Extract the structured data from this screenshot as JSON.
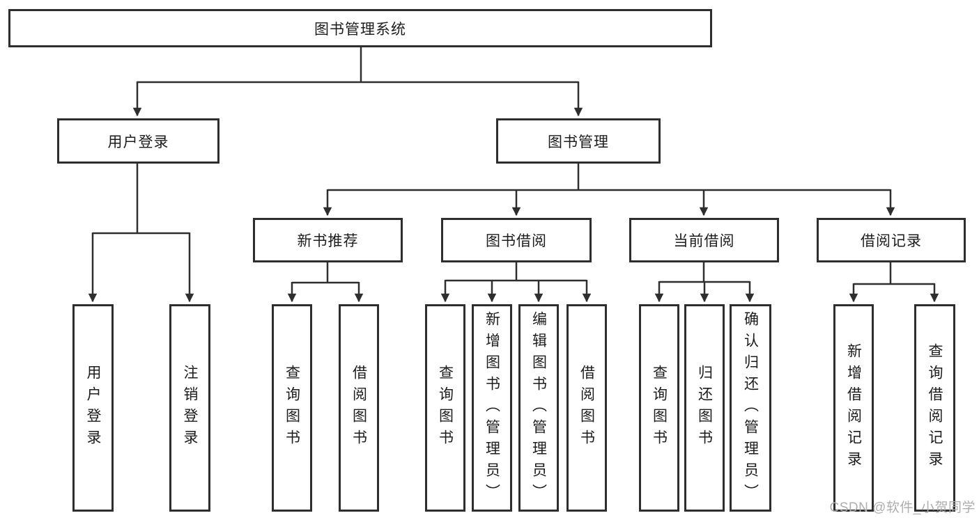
{
  "diagram": {
    "watermark": "CSDN @软件_小贺同学",
    "colors": {
      "line": "#2e2e2e",
      "box_border": "#2e2e2e",
      "box_fill": "#ffffff",
      "text": "#1c1c1c",
      "watermark": "#aeaeae"
    },
    "nodes": {
      "root": {
        "label": "图书管理系统"
      },
      "user_login": {
        "label": "用户登录"
      },
      "book_mgmt": {
        "label": "图书管理"
      },
      "login": {
        "label": "用户登录"
      },
      "logout": {
        "label": "注销登录"
      },
      "new_book_rec": {
        "label": "新书推荐"
      },
      "book_borrow": {
        "label": "图书借阅"
      },
      "current_borrow": {
        "label": "当前借阅"
      },
      "borrow_record": {
        "label": "借阅记录"
      },
      "nbr_query": {
        "label": "查询图书"
      },
      "nbr_borrow": {
        "label": "借阅图书"
      },
      "bb_query": {
        "label": "查询图书"
      },
      "bb_add": {
        "label": "新增图书（管理员）"
      },
      "bb_edit": {
        "label": "编辑图书（管理员）"
      },
      "bb_borrow": {
        "label": "借阅图书"
      },
      "cb_query": {
        "label": "查询图书"
      },
      "cb_return": {
        "label": "归还图书"
      },
      "cb_confirm": {
        "label": "确认归还（管理员）"
      },
      "br_add": {
        "label": "新增借阅记录"
      },
      "br_query": {
        "label": "查询借阅记录"
      }
    }
  }
}
